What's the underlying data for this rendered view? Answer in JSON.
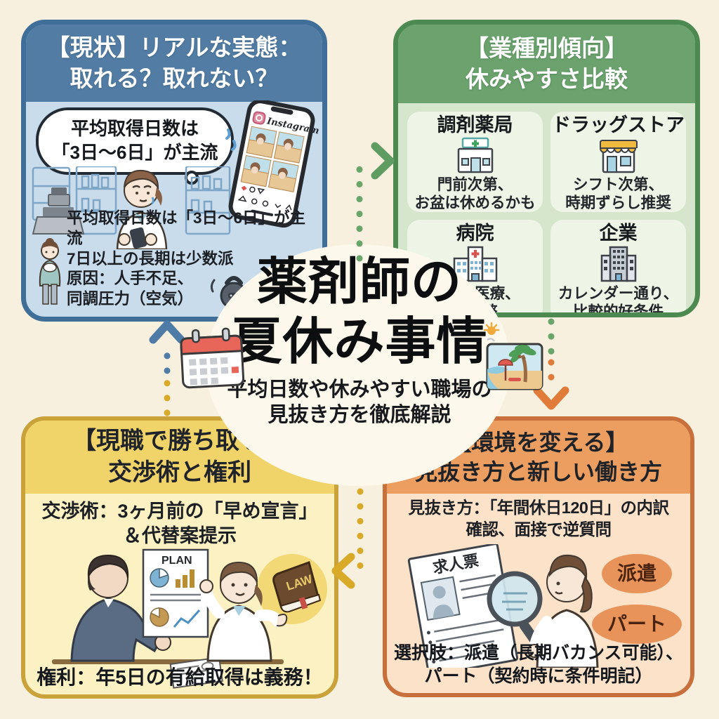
{
  "center": {
    "title_line1": "薬剤師の",
    "title_line2": "夏休み事情",
    "subtitle_line1": "平均日数や休みやすい職場の",
    "subtitle_line2": "見抜き方を徹底解説"
  },
  "panel_current": {
    "header_line1": "【現状】リアルな実態：",
    "header_line2": "取れる？取れない？",
    "bubble_line1": "平均取得日数は",
    "bubble_line2": "「3日〜6日」が主流",
    "phone_app_label": "Instagram",
    "note_line1": "平均取得日数は「3日〜6日」が主流",
    "note_line2": "7日以上の長期は少数派",
    "note_line3": "原因：人手不足、",
    "note_line4": "同調圧力（空気）"
  },
  "panel_industry": {
    "header_line1": "【業種別傾向】",
    "header_line2": "休みやすさ比較",
    "cells": [
      {
        "name": "調剤薬局",
        "icon": "pharmacy-icon",
        "desc_line1": "門前次第、",
        "desc_line2": "お盆は休めるかも"
      },
      {
        "name": "ドラッグストア",
        "icon": "drugstore-icon",
        "desc_line1": "シフト次第、",
        "desc_line2": "時期ずらし推奨"
      },
      {
        "name": "病院",
        "icon": "hospital-icon",
        "desc_line1": "チーム医療、",
        "desc_line2": "要調整"
      },
      {
        "name": "企業",
        "icon": "office-icon",
        "desc_line1": "カレンダー通り、",
        "desc_line2": "比較的好条件"
      }
    ]
  },
  "panel_negotiation": {
    "header_line1": "【現職で勝ち取る】",
    "header_line2": "交渉術と権利",
    "tip_line1": "交渉術：3ヶ月前の「早め宣言」",
    "tip_line2": "＆代替案提示",
    "plan_label": "PLAN",
    "law_label": "LAW",
    "right_text": "権利：年5日の有給取得は義務！"
  },
  "panel_change": {
    "header_line1": "【環境を変える】",
    "header_line2": "見抜き方と新しい働き方",
    "tip_line1": "見抜き方：「年間休日120日」の内訳",
    "tip_line2": "確認、面接で逆質問",
    "doc_label": "求人票",
    "badge1": "派遣",
    "badge2": "パート",
    "options_line1": "選択肢：派遣（長期バカンス可能）、",
    "options_line2": "パート（契約時に条件明記）"
  },
  "icons": [
    "calendar-icon",
    "beach-icon",
    "pharmacy-icon",
    "drugstore-icon",
    "hospital-icon",
    "office-icon",
    "kettlebell-icon",
    "smartphone-instagram-icon",
    "speech-bubble",
    "law-book-icon",
    "magnifier-icon"
  ],
  "colors": {
    "background": "#f7f0df",
    "panel_current_header": "#527ca3",
    "panel_current_body": "#c9dcec",
    "panel_industry_header": "#6ba26d",
    "panel_industry_body": "#d5e6cd",
    "panel_negotiation_header": "#f1d469",
    "panel_negotiation_body": "#fbf1c3",
    "panel_change_header": "#ec9e60",
    "panel_change_body": "#fbe2c9",
    "arrow_green": "#6aa56b",
    "arrow_blue": "#4e7ca6",
    "arrow_orange": "#e07b3a",
    "arrow_yellow": "#d9a928"
  }
}
